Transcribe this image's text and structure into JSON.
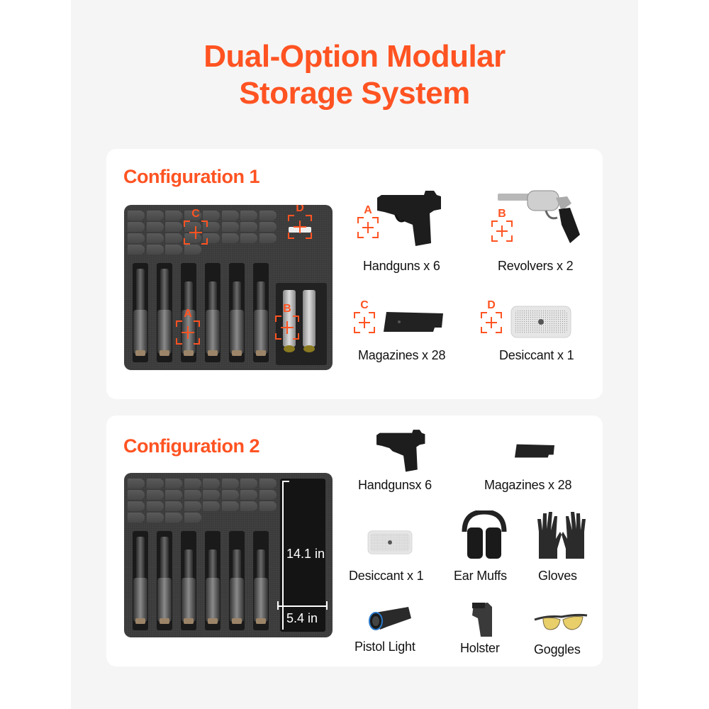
{
  "title": {
    "line1": "Dual-Option Modular",
    "line2": "Storage System"
  },
  "colors": {
    "accent": "#ff5322",
    "page_bg": "#f5f5f5",
    "card_bg": "#ffffff",
    "text": "#111111",
    "tray": "#3a3a3a"
  },
  "config1": {
    "title": "Configuration 1",
    "tray_markers": [
      {
        "letter": "A",
        "target": "handgun slot"
      },
      {
        "letter": "B",
        "target": "revolver slot"
      },
      {
        "letter": "C",
        "target": "magazine slots"
      },
      {
        "letter": "D",
        "target": "desiccant slot"
      }
    ],
    "items": [
      {
        "marker": "A",
        "icon": "handgun-icon",
        "label": "Handguns x 6",
        "count": 6
      },
      {
        "marker": "B",
        "icon": "revolver-icon",
        "label": "Revolvers x 2",
        "count": 2
      },
      {
        "marker": "C",
        "icon": "magazine-icon",
        "label": "Magazines x 28",
        "count": 28
      },
      {
        "marker": "D",
        "icon": "desiccant-icon",
        "label": "Desiccant x 1",
        "count": 1
      }
    ]
  },
  "config2": {
    "title": "Configuration 2",
    "dimensions": {
      "height": "14.1 in",
      "width": "5.4 in"
    },
    "items": [
      {
        "icon": "handgun-icon",
        "label": "Handgunsx 6"
      },
      {
        "icon": "magazine-icon",
        "label": "Magazines x 28"
      },
      {
        "icon": "desiccant-icon",
        "label": "Desiccant x 1"
      },
      {
        "icon": "ear-muffs-icon",
        "label": "Ear Muffs"
      },
      {
        "icon": "gloves-icon",
        "label": "Gloves"
      },
      {
        "icon": "pistol-light-icon",
        "label": "Pistol Light"
      },
      {
        "icon": "holster-icon",
        "label": "Holster"
      },
      {
        "icon": "goggles-icon",
        "label": "Goggles"
      }
    ]
  }
}
